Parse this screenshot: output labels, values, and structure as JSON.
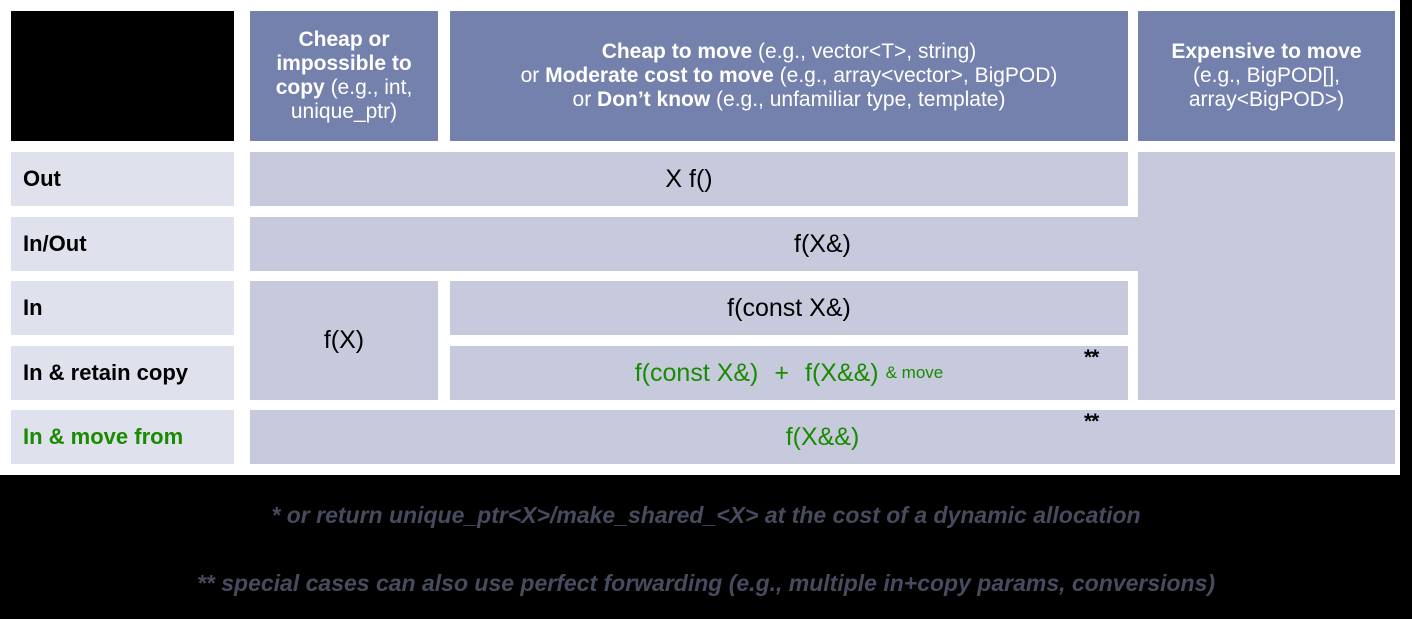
{
  "title": "C++ Parameter and Return Value Passing Guidelines",
  "colors": {
    "header_fill": "#7481ad",
    "body_fill": "#c6cadc",
    "rowlabel_fill": "#dfe2ec",
    "green": "#198b00",
    "footnote": "#474b5d",
    "background": "#000000"
  },
  "table": {
    "corner_cell": "",
    "columns": [
      {
        "id": "cheap-or-impossible-to-copy",
        "lines": [
          {
            "bold": "Cheap or",
            "normal": ""
          },
          {
            "bold": "impossible to",
            "normal": ""
          },
          {
            "bold": "copy",
            "normal": " (e.g., int,"
          },
          {
            "bold": "",
            "normal": "unique_ptr)"
          }
        ]
      },
      {
        "id": "cheap-to-move",
        "lines": [
          {
            "bold": "Cheap to move",
            "normal": " (e.g., vector<T>, string)"
          },
          {
            "bold": "Moderate cost to move",
            "normal": " (e.g., array<vector>, BigPOD)",
            "prefix": "or "
          },
          {
            "bold": "Don’t know",
            "normal": " (e.g., unfamiliar type, template)",
            "prefix": "or "
          }
        ]
      },
      {
        "id": "expensive-to-move",
        "lines": [
          {
            "bold": "Expensive to move",
            "normal": ""
          },
          {
            "bold": "",
            "normal": "(e.g., BigPOD[],"
          },
          {
            "bold": "",
            "normal": "array<BigPOD>)"
          }
        ]
      }
    ],
    "rows": [
      {
        "id": "out",
        "label": "Out",
        "green": false
      },
      {
        "id": "in-out",
        "label": "In/Out",
        "green": false
      },
      {
        "id": "in",
        "label": "In",
        "green": false
      },
      {
        "id": "in-retain-copy",
        "label": "In & retain copy",
        "green": false
      },
      {
        "id": "in-move-from",
        "label": "In & move from",
        "green": true
      }
    ],
    "cells": {
      "out_middle": {
        "text": "X f()",
        "green": false
      },
      "in_out_all": {
        "text": "f(X&)",
        "green": false
      },
      "in_cheapcopy": {
        "text": "f(X)",
        "green": false
      },
      "in_middle": {
        "text": "f(const X&)",
        "green": false
      },
      "in_retain_copy_a": {
        "text": "f(const X&)",
        "green": true
      },
      "in_retain_copy_plus": {
        "text": "+",
        "green": true
      },
      "in_retain_copy_b": {
        "text": "f(X&&)",
        "green": true
      },
      "in_retain_copy_b_suffix": {
        "text": "& move",
        "green": true
      },
      "in_move_from_all": {
        "text": "f(X&&)",
        "green": true
      },
      "expensive_blank": {
        "text": "",
        "green": false
      }
    },
    "markers": {
      "retain_copy_marker": "**",
      "move_from_marker": "**"
    }
  },
  "footnotes": [
    "* or return unique_ptr<X>/make_shared_<X> at the cost of a dynamic allocation",
    "** special cases can also use perfect forwarding (e.g., multiple in+copy params, conversions)"
  ]
}
